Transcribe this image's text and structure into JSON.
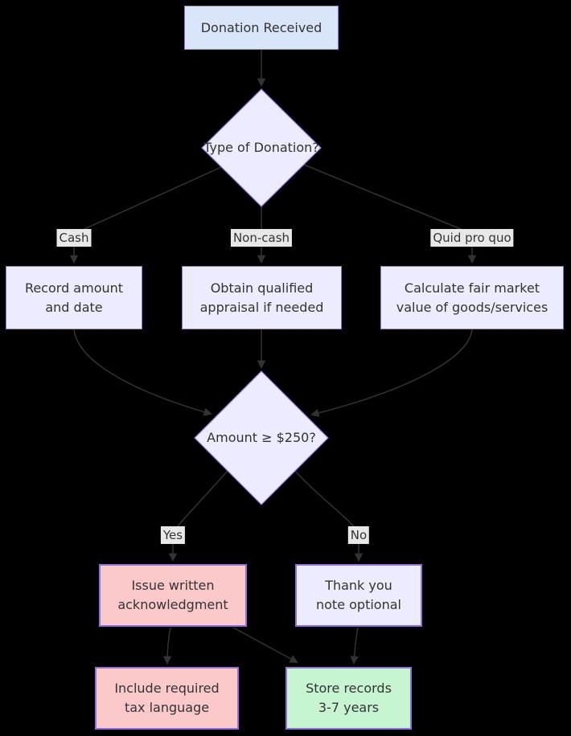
{
  "colors": {
    "background": "#000000",
    "node_fill": "#ececff",
    "node_border": "#9370db",
    "start_fill": "#d9e5fa",
    "pink_fill": "#fbc9c9",
    "green_fill": "#c7f5d2",
    "label_bg": "#e8e8e8",
    "text": "#333333",
    "edge": "#333333"
  },
  "nodes": {
    "start": {
      "lines": [
        "Donation Received"
      ]
    },
    "type_question": {
      "lines": [
        "Type of",
        "Donation?"
      ]
    },
    "record": {
      "lines": [
        "Record amount",
        "and date"
      ]
    },
    "appraisal": {
      "lines": [
        "Obtain qualified",
        "appraisal if needed"
      ]
    },
    "fair_market": {
      "lines": [
        "Calculate fair market",
        "value of goods/services"
      ]
    },
    "amount_question": {
      "lines": [
        "Amount ≥ $250?"
      ]
    },
    "acknowledgment": {
      "lines": [
        "Issue written",
        "acknowledgment"
      ]
    },
    "thank_you": {
      "lines": [
        "Thank you",
        "note optional"
      ]
    },
    "tax_language": {
      "lines": [
        "Include required",
        "tax language"
      ]
    },
    "store_records": {
      "lines": [
        "Store records",
        "3-7 years"
      ]
    }
  },
  "edge_labels": {
    "cash": "Cash",
    "non_cash": "Non-cash",
    "quid_pro_quo": "Quid pro quo",
    "yes": "Yes",
    "no": "No"
  }
}
